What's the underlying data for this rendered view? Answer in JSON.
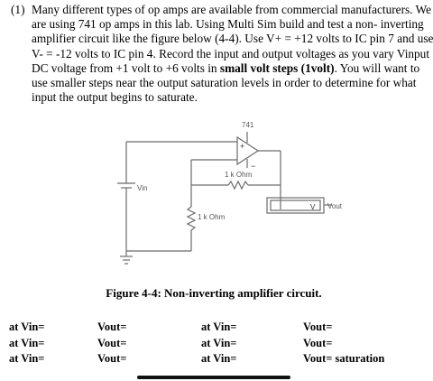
{
  "problem": {
    "number": "(1)",
    "lines": [
      "Many different types of op amps are available from commercial manufacturers. We",
      "are using 741 op amps in this lab. Using Multi Sim build and test a non- inverting",
      "amplifier circuit like the figure below (4-4). Use V+ = +12 volts to IC pin 7 and use",
      "V- = -12 volts to IC pin 4.  Record the input and output voltages as you vary Vinput"
    ],
    "line5_before": "DC voltage from +1 volt to +6 volts in ",
    "line5_bold": "small volt steps (1volt)",
    "line5_after": ".  You will want to",
    "lines_tail": [
      "use smaller steps near the output saturation levels in order to determine for what",
      "input the output begins to saturate."
    ]
  },
  "figure": {
    "opamp_label": "741",
    "plus_sign": "+",
    "minus_sign": "−",
    "feedback_resistor_label": "1 k Ohm",
    "ground_resistor_label": "1 k Ohm",
    "source_label": "Vin",
    "meter_glyph": "V",
    "output_label": "Vout",
    "caption": "Figure 4-4:  Non-inverting amplifier circuit."
  },
  "table": {
    "rows": [
      {
        "c1": "at Vin=",
        "c2": "Vout=",
        "c3": "at Vin=",
        "c4": "Vout="
      },
      {
        "c1": "at Vin=",
        "c2": "Vout=",
        "c3": "at Vin=",
        "c4": "Vout="
      },
      {
        "c1": "at Vin=",
        "c2": "Vout=",
        "c3": "at Vin=",
        "c4": "Vout= saturation"
      }
    ]
  },
  "colors": {
    "wire": "#6b6b6b",
    "text": "#000000",
    "label_gray": "#555555"
  }
}
